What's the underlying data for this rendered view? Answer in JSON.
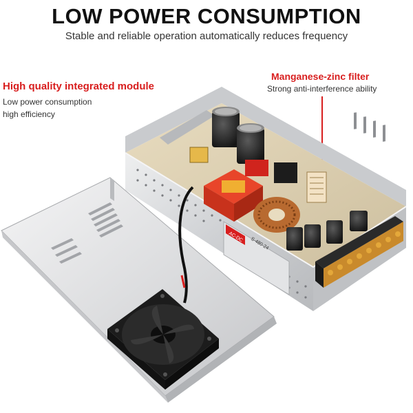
{
  "headline": {
    "title": "LOW POWER CONSUMPTION",
    "subtitle": "Stable and reliable operation automatically reduces frequency"
  },
  "left_callout": {
    "heading": "High quality integrated module",
    "lines": [
      "Low power consumption",
      "high efficiency"
    ]
  },
  "right_callout": {
    "heading": "Manganese-zinc filter",
    "line": "Strong anti-interference ability"
  },
  "product_label": {
    "badge": "AC-DC",
    "model": "S-480-24"
  },
  "colors": {
    "accent_red": "#d81e1e",
    "metal": "#d9dadc",
    "fan": "#1a1a1a"
  }
}
